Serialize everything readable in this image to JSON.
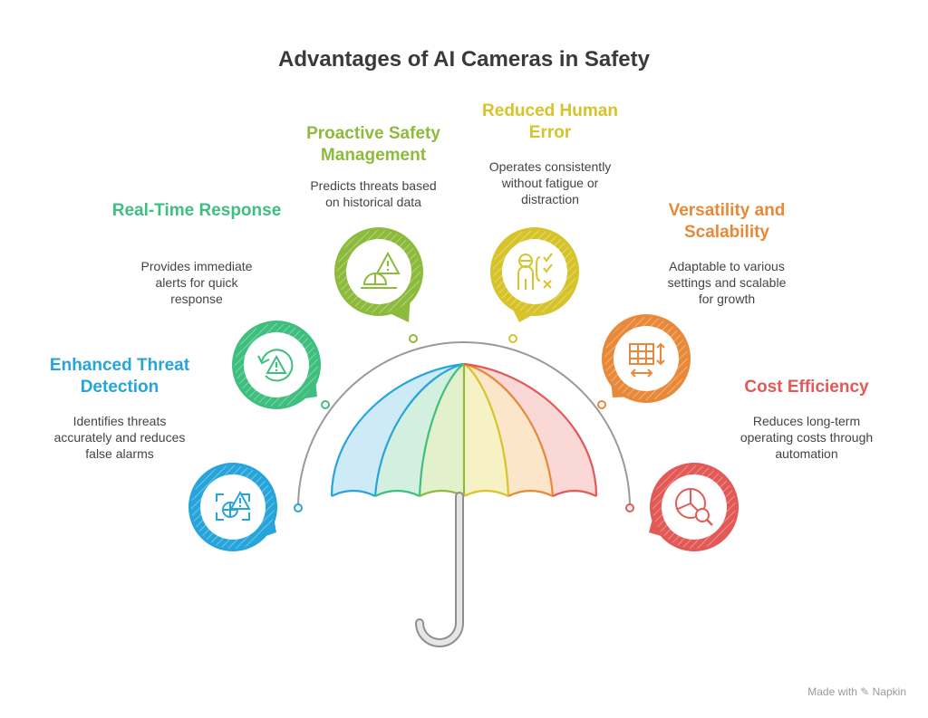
{
  "title": "Advantages of AI Cameras in Safety",
  "credit": "Made with ✎ Napkin",
  "benefits": [
    {
      "heading": "Enhanced Threat Detection",
      "lines": [
        "Identifies threats",
        "accurately and reduces",
        "false alarms"
      ],
      "color": "#27a5db",
      "icon": "threat-detection-icon"
    },
    {
      "heading": "Real-Time Response",
      "lines": [
        "Provides immediate",
        "alerts for quick",
        "response"
      ],
      "color": "#3fbf7f",
      "icon": "alert-refresh-icon"
    },
    {
      "heading": "Proactive Safety Management",
      "lines": [
        "Predicts threats based",
        "on historical data"
      ],
      "color": "#8dbb3c",
      "icon": "safety-warning-icon"
    },
    {
      "heading": "Reduced Human Error",
      "lines": [
        "Operates consistently",
        "without fatigue or",
        "distraction"
      ],
      "color": "#d6c42a",
      "icon": "person-checklist-icon"
    },
    {
      "heading": "Versatility and Scalability",
      "lines": [
        "Adaptable to various",
        "settings and scalable",
        "for growth"
      ],
      "color": "#e8893a",
      "icon": "grid-scale-icon"
    },
    {
      "heading": "Cost Efficiency",
      "lines": [
        "Reduces long-term",
        "operating costs through",
        "automation"
      ],
      "color": "#e25a57",
      "icon": "chart-search-icon"
    }
  ]
}
